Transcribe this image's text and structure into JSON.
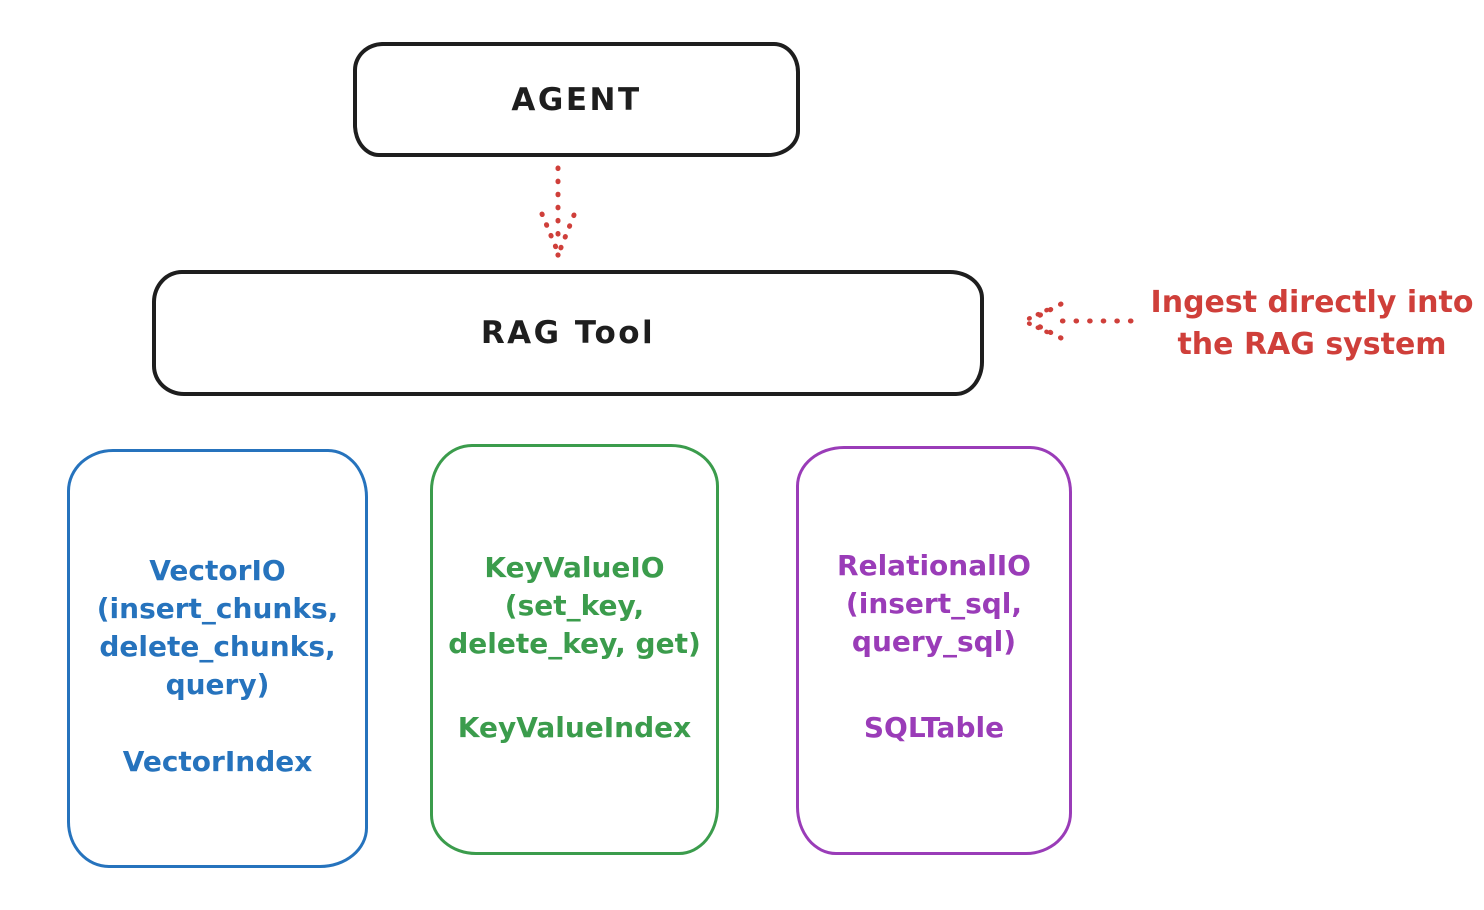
{
  "colors": {
    "ink": "#1e1e1e",
    "red": "#cf3f3a",
    "blue": "#2673bd",
    "green": "#3b9c4c",
    "purple": "#9a3cb8",
    "background": "#ffffff"
  },
  "nodes": {
    "agent": {
      "label": "AGENT"
    },
    "rag_tool": {
      "label": "RAG Tool"
    },
    "vector_io": {
      "methods": "VectorIO\n(insert_chunks,\ndelete_chunks,\nquery)",
      "index": "VectorIndex"
    },
    "key_value_io": {
      "methods": "KeyValueIO\n(set_key,\ndelete_key, get)",
      "index": "KeyValueIndex"
    },
    "relational_io": {
      "methods": "RelationalIO\n(insert_sql,\nquery_sql)",
      "index": "SQLTable"
    }
  },
  "annotation": {
    "text": "Ingest directly into\nthe RAG system"
  },
  "arrows": [
    {
      "name": "agent-to-rag",
      "from": "agent",
      "to": "rag_tool",
      "style": "dotted",
      "color": "#cf3f3a",
      "direction": "down"
    },
    {
      "name": "ingest",
      "to": "rag_tool",
      "style": "dotted",
      "color": "#cf3f3a",
      "direction": "left"
    }
  ]
}
